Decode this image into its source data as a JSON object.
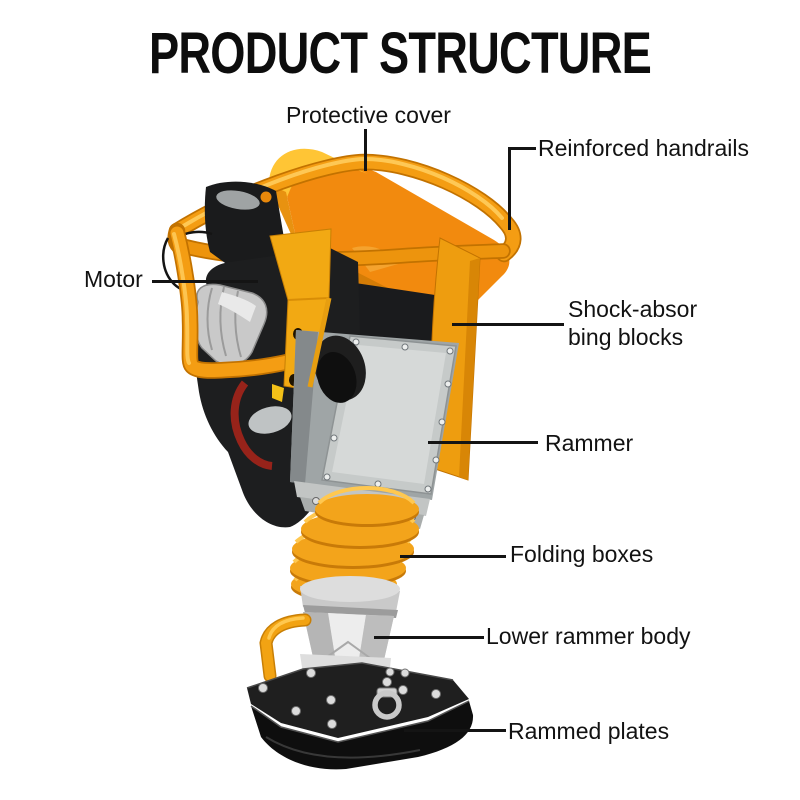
{
  "title": "PRODUCT STRUCTURE",
  "parts": {
    "protective_cover": "Protective cover",
    "reinforced_handrails": "Reinforced handrails",
    "motor": "Motor",
    "shock_absorbing_blocks_line1": "Shock-absor",
    "shock_absorbing_blocks_line2": "bing blocks",
    "rammer": "Rammer",
    "folding_boxes": "Folding boxes",
    "lower_rammer_body": "Lower rammer body",
    "rammed_plates": "Rammed plates"
  },
  "colors": {
    "handrail_orange": "#F49D13",
    "cover_orange": "#F28A0E",
    "highlight_yellow": "#FFC535",
    "bracket_yellow": "#F2A913",
    "bellows_orange": "#F3A41B",
    "metal_light_gray": "#C9CDCC",
    "machine_black": "#1D1E1F",
    "base_plate_black": "#0E0E0E",
    "label_text": "#121212",
    "background": "#FFFFFF"
  }
}
